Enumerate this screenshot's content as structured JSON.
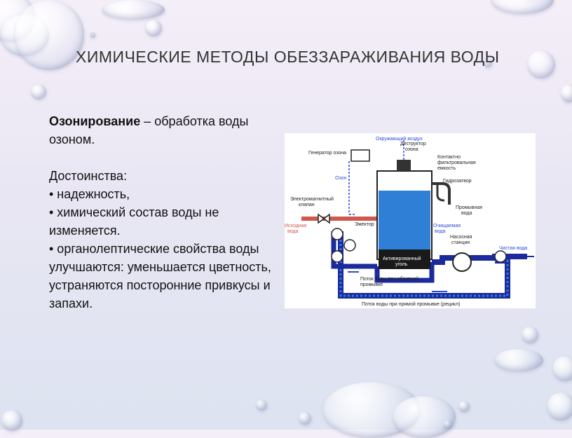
{
  "slide": {
    "title": "ХИМИЧЕСКИЕ МЕТОДЫ ОБЕЗЗАРАЖИВАНИЯ ВОДЫ",
    "term": "Озонирование",
    "definition": " – обработка воды озоном.",
    "advantages_title": "Достоинства:",
    "bullets": [
      "• надежность,",
      "• химический состав воды не изменяется.",
      "• органолептические свойства воды  улучшаются: уменьшается цветность, устраняются посторонние привкусы и запахи."
    ]
  },
  "diagram": {
    "labels": {
      "ambient_air": "Окружающий воздух",
      "destructor": "Деструктор",
      "ozone_sub": "озона",
      "generator": "Генератор озона",
      "contact1": "Контактно",
      "contact2": "фильтровальная",
      "contact3": "емкость",
      "ozone": "Озон",
      "hydro": "Гидрозатвор",
      "valve1": "Электромагнитный",
      "valve2": "клапан",
      "wash1": "Промывная",
      "wash2": "вода",
      "source1": "Исходная",
      "source2": "вода",
      "ejector": "Эжектор",
      "purified1": "Очищаемая",
      "purified2": "вода",
      "pump1": "Насосная",
      "pump2": "станция",
      "clean": "Чистая вода",
      "carbon1": "Активированный",
      "carbon2": "уголь",
      "back1": "Поток воды при обратной",
      "back2": "промывке",
      "forward": "Поток воды при прямой промывке (рецикл)"
    },
    "colors": {
      "pipe": "#1b2a9c",
      "water": "#2f7fd6",
      "ozone_line": "#2a4bd8",
      "source_pipe": "#d0574b",
      "tank_outline": "#222222"
    }
  }
}
